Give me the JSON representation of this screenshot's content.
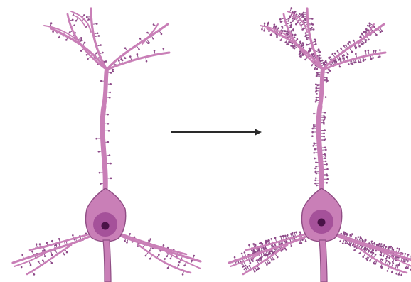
{
  "colors": {
    "background": "#ffffff",
    "cell_fill": "#c97fb7",
    "cell_outline": "#8f4d84",
    "nucleus": "#a5519a",
    "nucleolus": "#4a1348",
    "spine": "#8d4a88",
    "arrow": "#2a2a2a"
  },
  "panels": [
    {
      "id": "left",
      "label": "",
      "spine_density": "sparse"
    },
    {
      "id": "right",
      "label": "",
      "spine_density": "dense"
    }
  ],
  "arrow": {
    "direction": "right"
  }
}
